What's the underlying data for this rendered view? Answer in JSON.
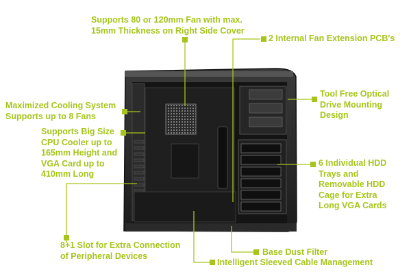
{
  "accent_color": "#a6c51a",
  "callouts": [
    {
      "line1": "Supports 80 or 120mm Fan with max.",
      "line2": "15mm Thickness on Right Side Cover"
    },
    {
      "line1": "2 Internal Fan Extension PCB's"
    },
    {
      "line1": "Tool Free Optical",
      "line2": "Drive Mounting",
      "line3": "Design"
    },
    {
      "line1": "Maximized Cooling System",
      "line2": "Supports up to 8 Fans"
    },
    {
      "line1": "Supports Big Size",
      "line2": "CPU Cooler up to",
      "line3": "165mm Height and",
      "line4": "VGA Card up to",
      "line5": "410mm Long"
    },
    {
      "line1": "6 Individual HDD",
      "line2": "Trays and",
      "line3": "Removable HDD",
      "line4": "Cage for Extra",
      "line5": "Long VGA Cards"
    },
    {
      "line1": "8+1 Slot for Extra Connection",
      "line2": "of Peripheral Devices"
    },
    {
      "line1": "Base Dust Filter"
    },
    {
      "line1": "Intelligent Sleeved Cable Management"
    }
  ]
}
